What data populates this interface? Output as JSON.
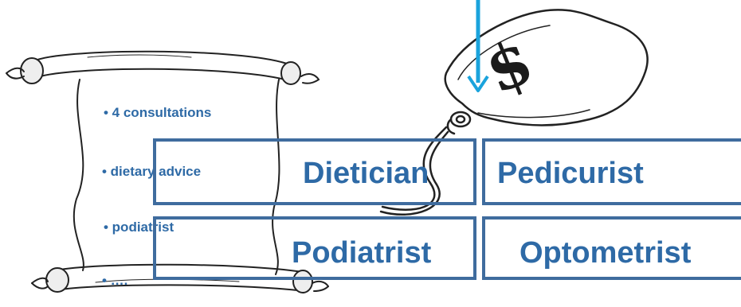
{
  "scroll": {
    "items": [
      "• 4 consultations",
      "• dietary advice",
      "•  podiatrist",
      "• …."
    ]
  },
  "price_tag": {
    "symbol": "$"
  },
  "options": [
    "Dietician",
    "Pedicurist",
    "Podiatrist",
    "Optometrist"
  ],
  "colors": {
    "box_border": "#3f6c9e",
    "text": "#2e6aa6",
    "arrow": "#1aa3dc"
  }
}
